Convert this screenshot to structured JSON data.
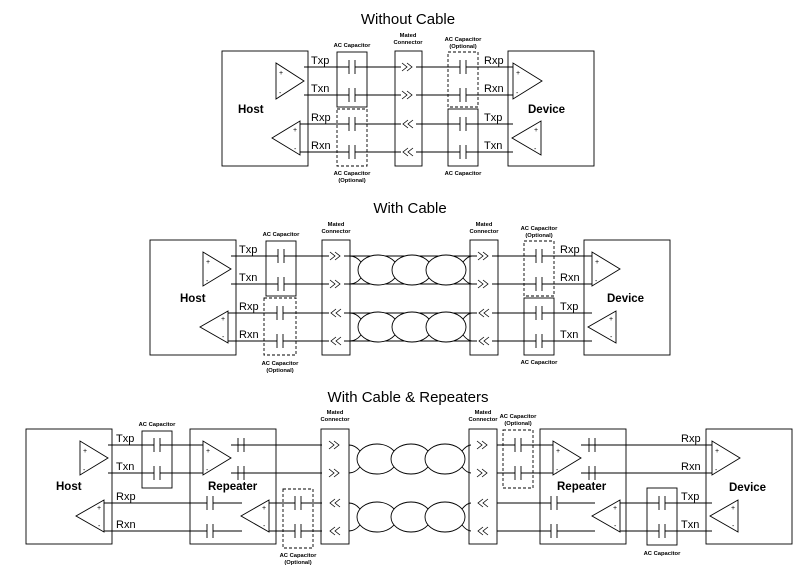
{
  "sections": {
    "without_cable": "Without Cable",
    "with_cable": "With Cable",
    "with_cable_repeaters": "With Cable & Repeaters"
  },
  "labels": {
    "host": "Host",
    "device": "Device",
    "repeater": "Repeater",
    "txp": "Txp",
    "txn": "Txn",
    "rxp": "Rxp",
    "rxn": "Rxn",
    "plus": "+",
    "minus": "-"
  },
  "captions": {
    "ac_capacitor": "AC Capacitor",
    "ac_capacitor_optional_line1": "AC Capacitor",
    "ac_capacitor_optional_line2": "(Optional)",
    "mated_line1": "Mated",
    "mated_line2": "Connector"
  }
}
